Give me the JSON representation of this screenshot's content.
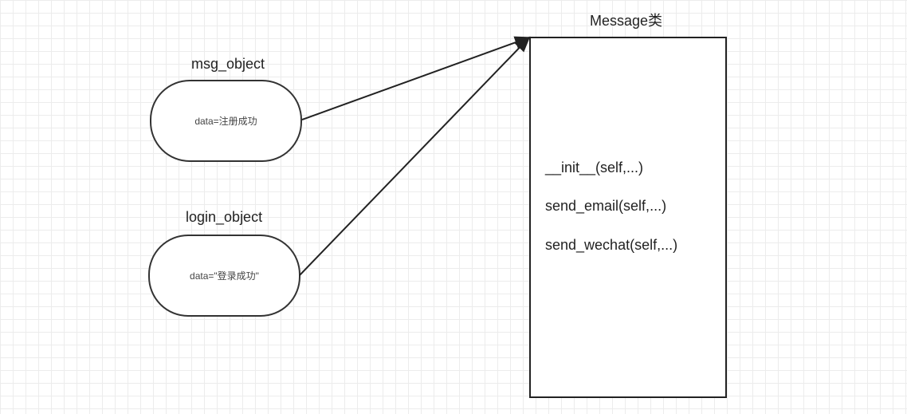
{
  "class_box": {
    "title": "Message类",
    "methods": [
      "__init__(self,...)",
      "send_email(self,...)",
      "send_wechat(self,...)"
    ]
  },
  "objects": [
    {
      "name": "msg_object",
      "data": "data=注册成功"
    },
    {
      "name": "login_object",
      "data": "data=\"登录成功\""
    }
  ]
}
